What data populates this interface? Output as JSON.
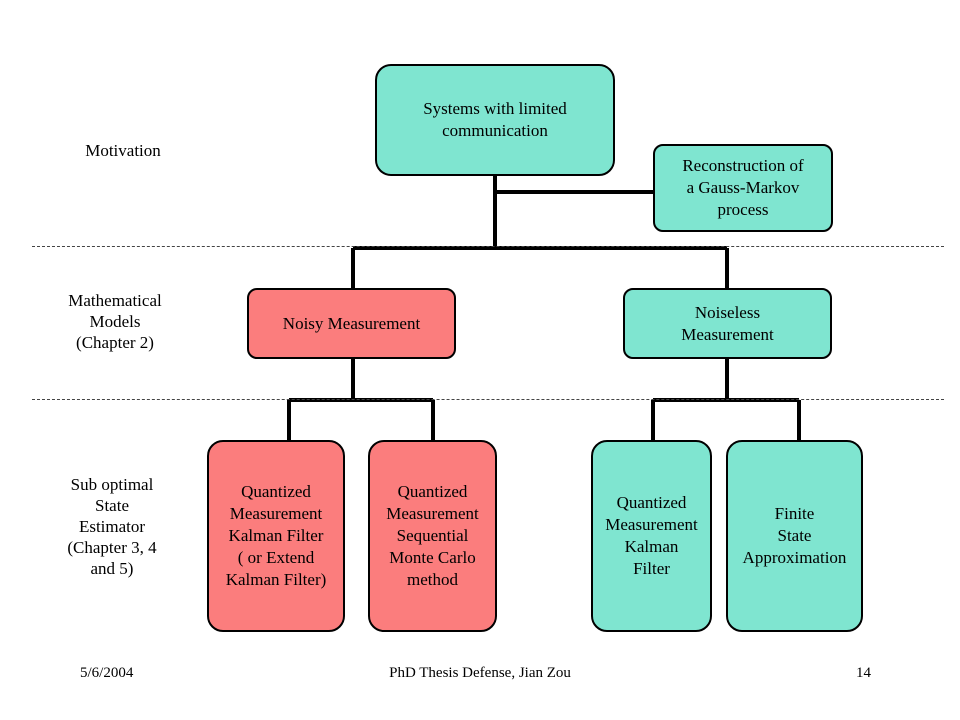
{
  "side_labels": {
    "motivation": "Motivation",
    "models": "Mathematical\nModels\n(Chapter 2)",
    "estimator": "Sub optimal\nState\nEstimator\n(Chapter 3, 4\nand 5)"
  },
  "boxes": {
    "systems": "Systems with limited\ncommunication",
    "reconstruction": "Reconstruction of\na Gauss-Markov\nprocess",
    "noisy": "Noisy Measurement",
    "noiseless": "Noiseless\nMeasurement",
    "qkf_extend": "Quantized\nMeasurement\nKalman Filter\n( or Extend\nKalman Filter)",
    "qsmc": "Quantized\nMeasurement\nSequential\nMonte Carlo\nmethod",
    "qkf": "Quantized\nMeasurement\nKalman\nFilter",
    "finite": "Finite\nState\nApproximation"
  },
  "colors": {
    "teal": "#7fe5d0",
    "red": "#fb7d7d"
  },
  "footer": {
    "date": "5/6/2004",
    "title": "PhD Thesis Defense, Jian Zou",
    "page": "14"
  }
}
